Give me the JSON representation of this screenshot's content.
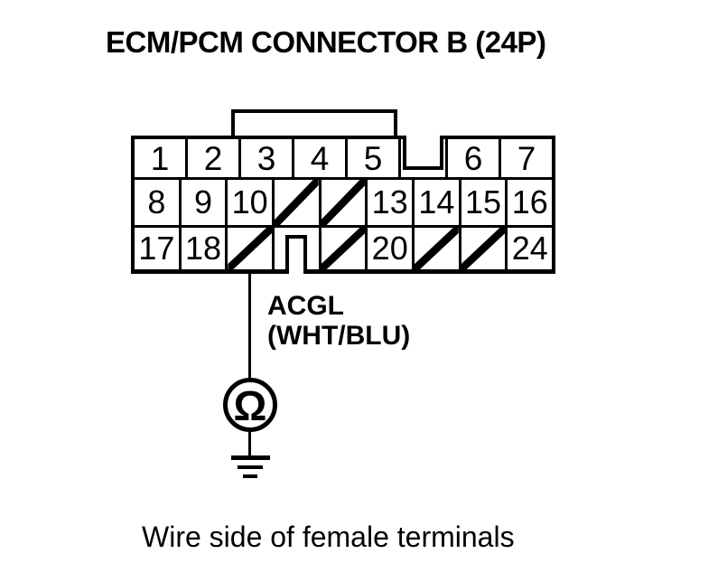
{
  "title": "ECM/PCM CONNECTOR B (24P)",
  "caption": "Wire side of female terminals",
  "wire": {
    "label_line1": "ACGL",
    "label_line2": "(WHT/BLU)"
  },
  "meter": {
    "symbol": "Ω",
    "icon": "ohmmeter-icon"
  },
  "ground": {
    "icon": "earth-ground-icon"
  },
  "connector": {
    "pin_count_label": "24P",
    "rows": [
      {
        "cells": [
          {
            "type": "pin",
            "label": "1"
          },
          {
            "type": "pin",
            "label": "2"
          },
          {
            "type": "pin",
            "label": "3"
          },
          {
            "type": "pin",
            "label": "4"
          },
          {
            "type": "pin",
            "label": "5"
          },
          {
            "type": "notch"
          },
          {
            "type": "pin",
            "label": "6"
          },
          {
            "type": "pin",
            "label": "7"
          }
        ]
      },
      {
        "cells": [
          {
            "type": "pin",
            "label": "8"
          },
          {
            "type": "pin",
            "label": "9"
          },
          {
            "type": "pin",
            "label": "10"
          },
          {
            "type": "slash"
          },
          {
            "type": "slash"
          },
          {
            "type": "pin",
            "label": "13"
          },
          {
            "type": "pin",
            "label": "14"
          },
          {
            "type": "pin",
            "label": "15"
          },
          {
            "type": "pin",
            "label": "16"
          }
        ]
      },
      {
        "cells": [
          {
            "type": "pin",
            "label": "17"
          },
          {
            "type": "pin",
            "label": "18"
          },
          {
            "type": "slash"
          },
          {
            "type": "key"
          },
          {
            "type": "slash"
          },
          {
            "type": "pin",
            "label": "20"
          },
          {
            "type": "slash"
          },
          {
            "type": "slash"
          },
          {
            "type": "pin",
            "label": "24"
          }
        ]
      }
    ]
  }
}
